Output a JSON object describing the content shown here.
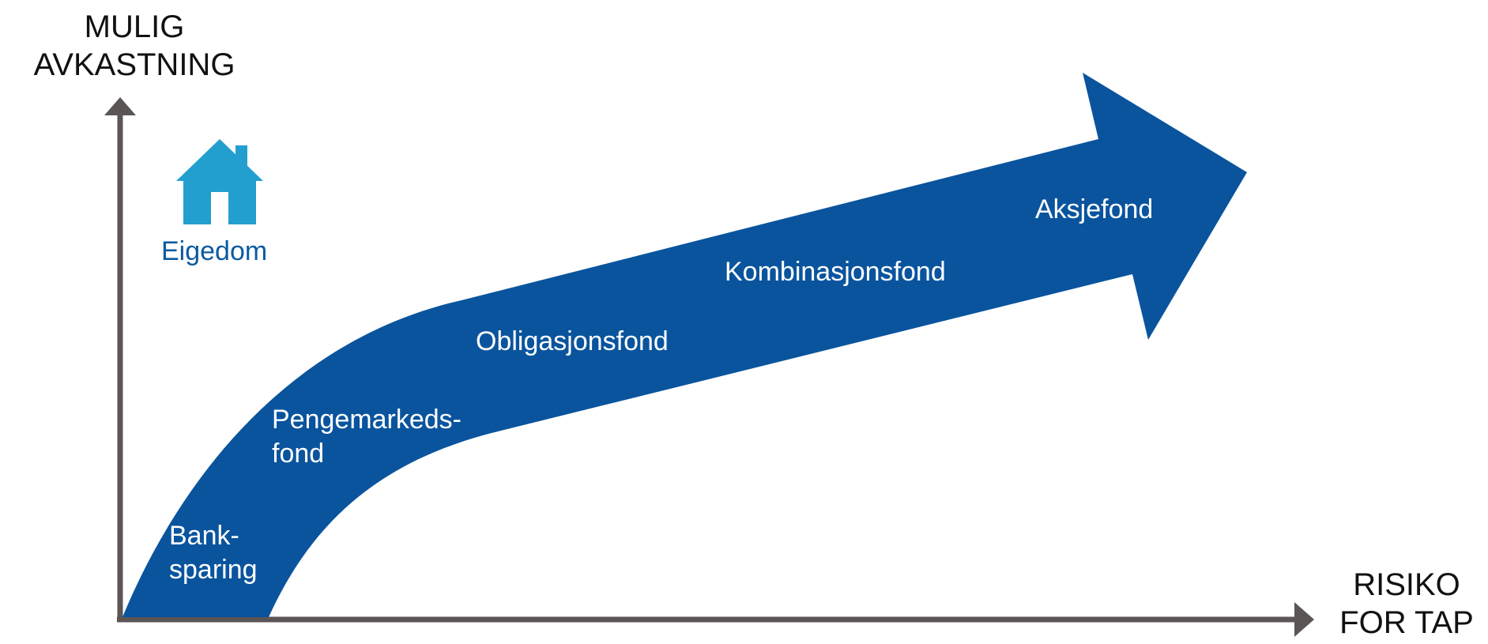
{
  "axes": {
    "y_label": [
      "MULIG",
      "AVKASTNING"
    ],
    "x_label": [
      "RISIKO",
      "FOR TAP"
    ]
  },
  "stages": [
    {
      "lines": [
        "Bank-",
        "sparing"
      ]
    },
    {
      "lines": [
        "Pengemarkeds-",
        "fond"
      ]
    },
    {
      "lines": [
        "Obligasjonsfond"
      ]
    },
    {
      "lines": [
        "Kombinasjonsfond"
      ]
    },
    {
      "lines": [
        "Aksjefond"
      ]
    }
  ],
  "property": {
    "label": "Eigedom",
    "icon": "house-icon"
  },
  "colors": {
    "arrow": "#0a549e",
    "axis": "#5b5556",
    "house_icon": "#229fcf",
    "property_label": "#0d5aa0",
    "stage_text": "#ffffff"
  }
}
